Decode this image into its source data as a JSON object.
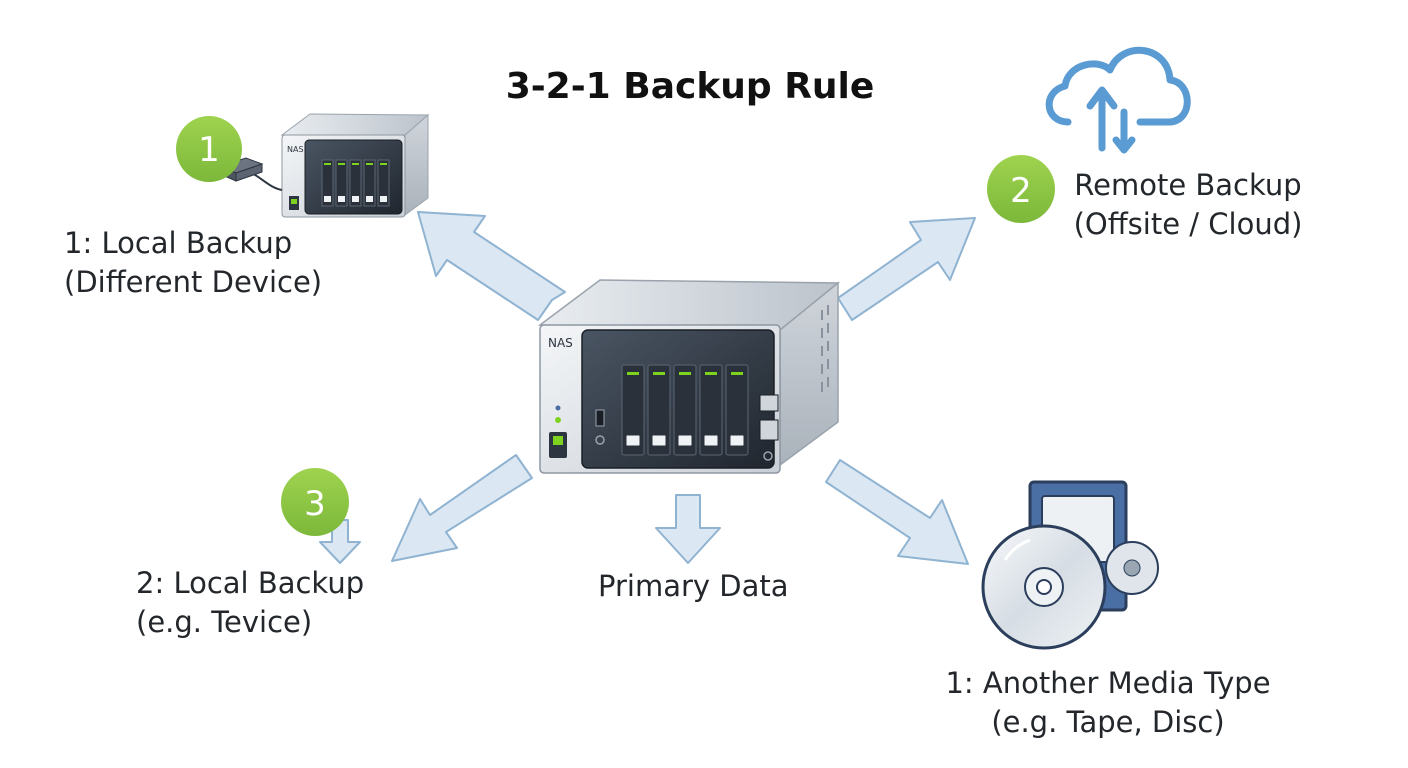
{
  "title": "3-2-1 Backup Rule",
  "center_device": {
    "label": "NAS"
  },
  "labels": {
    "local_backup_1": {
      "line1": "1: Local Backup",
      "line2": "(Different Device)"
    },
    "remote_backup": {
      "line1": "Remote Backup",
      "line2": "(Offsite / Cloud)"
    },
    "local_backup_2": {
      "line1": "2: Local Backup",
      "line2": "(e.g. Tevice)"
    },
    "primary_data": {
      "line1": "Primary Data"
    },
    "media_type": {
      "line1": "1: Another Media Type",
      "line2": "(e.g. Tape, Disc)"
    }
  },
  "badges": {
    "one": "1",
    "two": "2",
    "three": "3"
  },
  "small_device": {
    "label": "NAS"
  },
  "colors": {
    "arrow_fill": "#dbe8f3",
    "arrow_stroke": "#8fb3d1",
    "badge": "#8dc63f",
    "cloud": "#5a9bd3",
    "device_dark": "#2d3540",
    "led_green": "#7ed321",
    "media_blue": "#4a6fa5"
  },
  "icons": [
    "nas-device-icon",
    "small-nas-icon",
    "cloud-sync-icon",
    "optical-disc-icon",
    "media-cartridge-icon"
  ]
}
